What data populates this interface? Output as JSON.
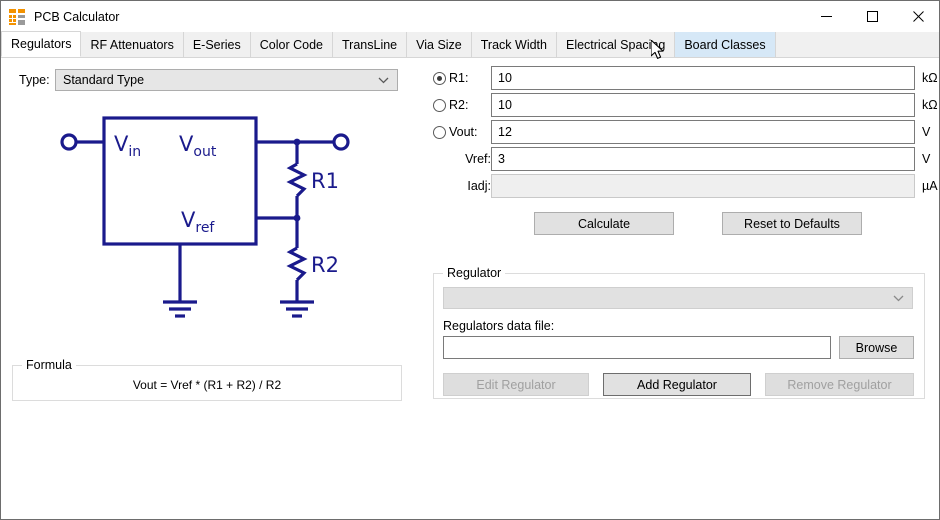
{
  "window": {
    "title": "PCB Calculator",
    "icon": "calculator-icon",
    "minimize_label": "—",
    "maximize_label": "□",
    "close_label": "✕"
  },
  "tabs": [
    {
      "label": "Regulators",
      "state": "active"
    },
    {
      "label": "RF Attenuators",
      "state": "normal"
    },
    {
      "label": "E-Series",
      "state": "normal"
    },
    {
      "label": "Color Code",
      "state": "normal"
    },
    {
      "label": "TransLine",
      "state": "normal"
    },
    {
      "label": "Via Size",
      "state": "normal"
    },
    {
      "label": "Track Width",
      "state": "normal"
    },
    {
      "label": "Electrical Spacing",
      "state": "normal"
    },
    {
      "label": "Board Classes",
      "state": "hover"
    }
  ],
  "left_panel": {
    "type_label": "Type:",
    "type_value": "Standard Type",
    "schematic": {
      "vin": "V",
      "vin_sub": "in",
      "vout": "V",
      "vout_sub": "out",
      "vref": "V",
      "vref_sub": "ref",
      "r1": "R1",
      "r2": "R2",
      "wire_color": "#1a1a8c"
    },
    "formula_group_title": "Formula",
    "formula_text": "Vout = Vref * (R1 + R2) / R2"
  },
  "right_panel": {
    "fields": [
      {
        "name": "r1",
        "radio": true,
        "checked": true,
        "label": "R1:",
        "value": "10",
        "unit": "kΩ",
        "disabled": false
      },
      {
        "name": "r2",
        "radio": true,
        "checked": false,
        "label": "R2:",
        "value": "10",
        "unit": "kΩ",
        "disabled": false
      },
      {
        "name": "vout",
        "radio": true,
        "checked": false,
        "label": "Vout:",
        "value": "12",
        "unit": "V",
        "disabled": false
      },
      {
        "name": "vref",
        "radio": false,
        "checked": false,
        "label": "Vref:",
        "value": "3",
        "unit": "V",
        "disabled": false
      },
      {
        "name": "iadj",
        "radio": false,
        "checked": false,
        "label": "Iadj:",
        "value": "",
        "unit": "µA",
        "disabled": true
      }
    ],
    "calculate_label": "Calculate",
    "reset_label": "Reset to Defaults",
    "regulator_group_title": "Regulator",
    "regulator_combo_value": "",
    "data_file_label": "Regulators data file:",
    "data_file_value": "",
    "browse_label": "Browse",
    "edit_label": "Edit Regulator",
    "add_label": "Add Regulator",
    "remove_label": "Remove Regulator"
  }
}
